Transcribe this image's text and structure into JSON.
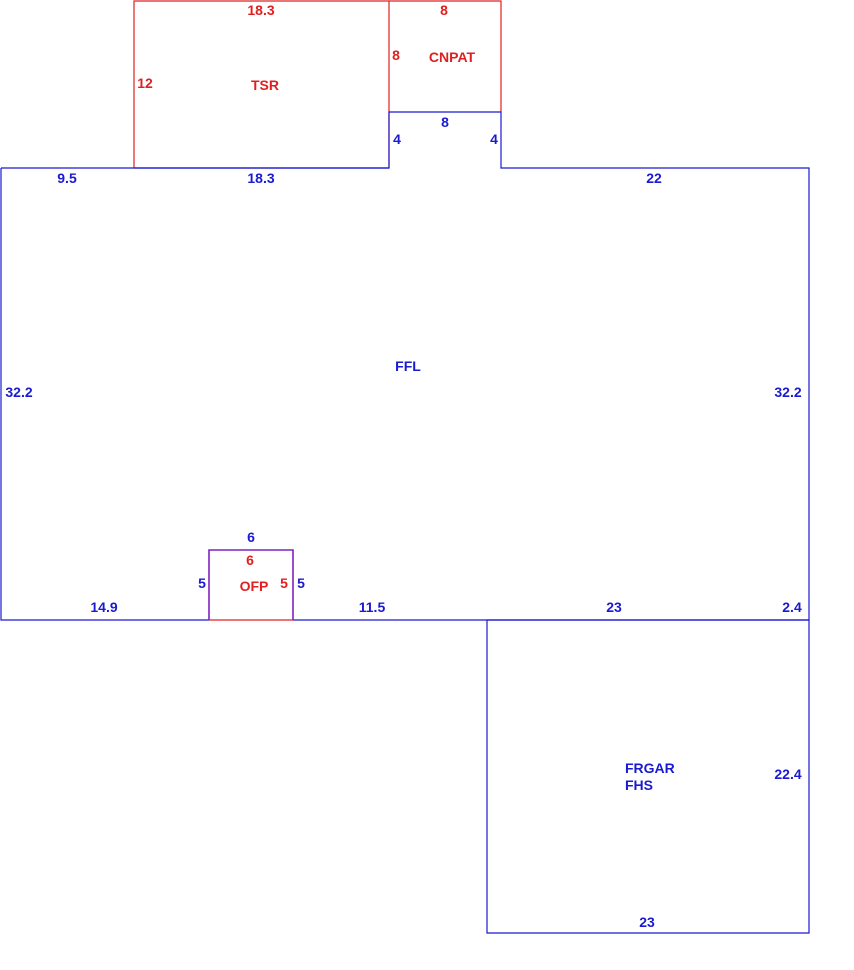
{
  "colors": {
    "red": "#e02020",
    "blue": "#1a1ad0",
    "purple": "#8020c0"
  },
  "areas": {
    "tsr": "TSR",
    "cnpat": "CNPAT",
    "ffl": "FFL",
    "ofp": "OFP",
    "frgar": "FRGAR",
    "fhs": "FHS"
  },
  "dims": {
    "tsr_top": "18.3",
    "tsr_left": "12",
    "cnpat_top": "8",
    "cnpat_left": "8",
    "conn_bottom": "8",
    "conn_left": "4",
    "conn_right": "4",
    "ffl_top_left": "9.5",
    "ffl_top_mid": "18.3",
    "ffl_top_right": "22",
    "ffl_left": "32.2",
    "ffl_right": "32.2",
    "ofp_blue_top": "6",
    "ofp_red_top": "6",
    "ofp_left": "5",
    "ofp_red_right": "5",
    "ofp_right": "5",
    "ffl_bottom_left": "14.9",
    "ffl_bottom_mid": "11.5",
    "ffl_bottom_right": "23",
    "ffl_bottom_corner": "2.4",
    "gar_right": "22.4",
    "gar_bottom": "23"
  }
}
